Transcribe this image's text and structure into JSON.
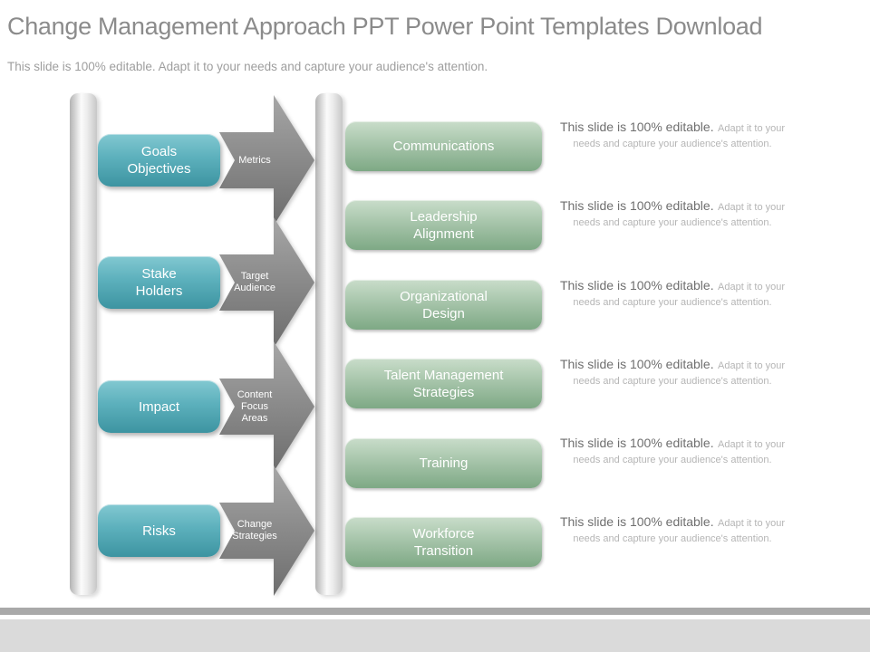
{
  "header": {
    "title": "Change Management Approach PPT Power Point Templates Download",
    "subtitle": "This slide is 100% editable. Adapt it to your needs and capture your audience's attention."
  },
  "process": {
    "stages": [
      {
        "label": "Goals\nObjectives",
        "arrow": "Metrics"
      },
      {
        "label": "Stake\nHolders",
        "arrow": "Target\nAudience"
      },
      {
        "label": "Impact",
        "arrow": "Content\nFocus\nAreas"
      },
      {
        "label": "Risks",
        "arrow": "Change\nStrategies"
      }
    ]
  },
  "outcomes": {
    "items": [
      {
        "label": "Communications"
      },
      {
        "label": "Leadership\nAlignment"
      },
      {
        "label": "Organizational\nDesign"
      },
      {
        "label": "Talent Management\nStrategies"
      },
      {
        "label": "Training"
      },
      {
        "label": "Workforce\nTransition"
      }
    ]
  },
  "description": {
    "bold": "This slide is 100% editable.",
    "light": "Adapt it to your needs and capture your audience's attention."
  },
  "colors": {
    "title_gray": "#8b8b8b",
    "teal_top": "#82c8d1",
    "teal_bottom": "#3d94a1",
    "green_top": "#c9ddca",
    "green_bottom": "#7ea985",
    "arrow_top": "#a3a3a3",
    "arrow_bottom": "#6d6d6d",
    "bottom_bar": "#a9a9a9",
    "footer_bar": "#dadada"
  }
}
